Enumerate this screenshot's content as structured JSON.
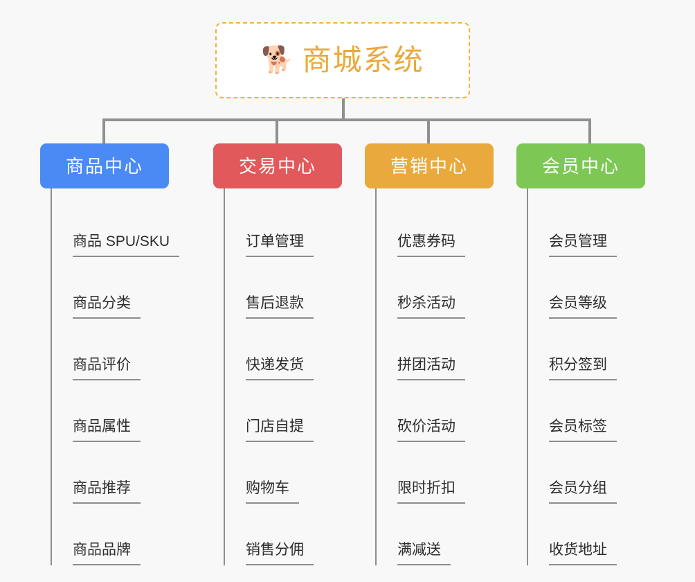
{
  "page": {
    "background_color": "#f8f8f8",
    "diagram_type": "org-chart"
  },
  "root": {
    "icon": "shiba-dog-emoji",
    "emoji": "🐕",
    "title": "商城系统",
    "border_color": "#f0b040",
    "text_color": "#e9a93c",
    "background_color": "#ffffff"
  },
  "connector": {
    "color": "#909090"
  },
  "categories": [
    {
      "label": "商品中心",
      "color": "#4a8af4",
      "trunk_color": "#8d8d8d",
      "items": [
        "商品 SPU/SKU",
        "商品分类",
        "商品评价",
        "商品属性",
        "商品推荐",
        "商品品牌"
      ]
    },
    {
      "label": "交易中心",
      "color": "#e2595b",
      "trunk_color": "#8d8d8d",
      "items": [
        "订单管理",
        "售后退款",
        "快递发货",
        "门店自提",
        "购物车",
        "销售分佣"
      ]
    },
    {
      "label": "营销中心",
      "color": "#e9a93c",
      "trunk_color": "#8d8d8d",
      "items": [
        "优惠券码",
        "秒杀活动",
        "拼团活动",
        "砍价活动",
        "限时折扣",
        "满减送"
      ]
    },
    {
      "label": "会员中心",
      "color": "#7dc855",
      "trunk_color": "#8d8d8d",
      "items": [
        "会员管理",
        "会员等级",
        "积分签到",
        "会员标签",
        "会员分组",
        "收货地址"
      ]
    }
  ]
}
